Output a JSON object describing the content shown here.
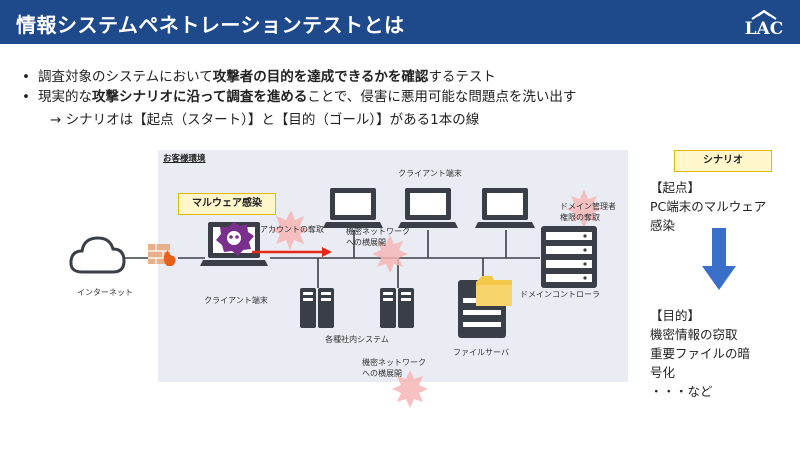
{
  "header": {
    "title": "情報システムペネトレーションテストとは",
    "logo_text": "LAC"
  },
  "bullets": [
    {
      "parts": [
        {
          "t": "調査対象のシステムにおいて",
          "b": false
        },
        {
          "t": "攻撃者の目的を達成できるかを確認",
          "b": true
        },
        {
          "t": "するテスト",
          "b": false
        }
      ]
    },
    {
      "parts": [
        {
          "t": "現実的な",
          "b": false
        },
        {
          "t": "攻撃シナリオに沿って調査を進める",
          "b": true
        },
        {
          "t": "ことで、侵害に悪用可能な問題点を洗い出す",
          "b": false
        }
      ]
    }
  ],
  "bullet_marker": "•",
  "indent_line": "→ シナリオは【起点（スタート）】と【目的（ゴール）】がある1本の線",
  "diagram": {
    "env_label": "お客様環境",
    "malware_label": "マルウェア感染",
    "internet_label": "インターネット",
    "client_pc_label": "クライアント端末",
    "client_group_label": "クライアント端末",
    "account_theft": "アカウントの奪取",
    "lateral_top": "機密ネットワーク\nへの横展開",
    "domain_admin": "ドメイン管理者\n権限の奪取",
    "dc_label": "ドメインコントローラ",
    "internal_systems": "各種社内システム",
    "file_server": "ファイルサーバ",
    "lateral_bottom": "機密ネットワーク\nへの横展開"
  },
  "scenario": {
    "box_label": "シナリオ",
    "start_heading": "【起点】",
    "start_text": "PC端末のマルウェア\n感染",
    "goal_heading": "【目的】",
    "goal_lines": [
      "機密情報の窃取",
      "重要ファイルの暗",
      "号化",
      "・・・など"
    ]
  },
  "colors": {
    "header_bg": "#1e4a8c",
    "env_bg": "#e9edf3",
    "device": "#3a3f47",
    "attack_arrow": "#e8261c",
    "flow_arrow": "#3a6fc9",
    "burst": "#f6b6b6",
    "folder": "#f3c84b",
    "malware": "#7b2f8c"
  },
  "icons": [
    "cloud-icon",
    "firewall-icon",
    "laptop-icon",
    "server-icon",
    "folder-icon",
    "malware-icon",
    "skull-icon",
    "down-arrow-icon",
    "burst-icon"
  ]
}
